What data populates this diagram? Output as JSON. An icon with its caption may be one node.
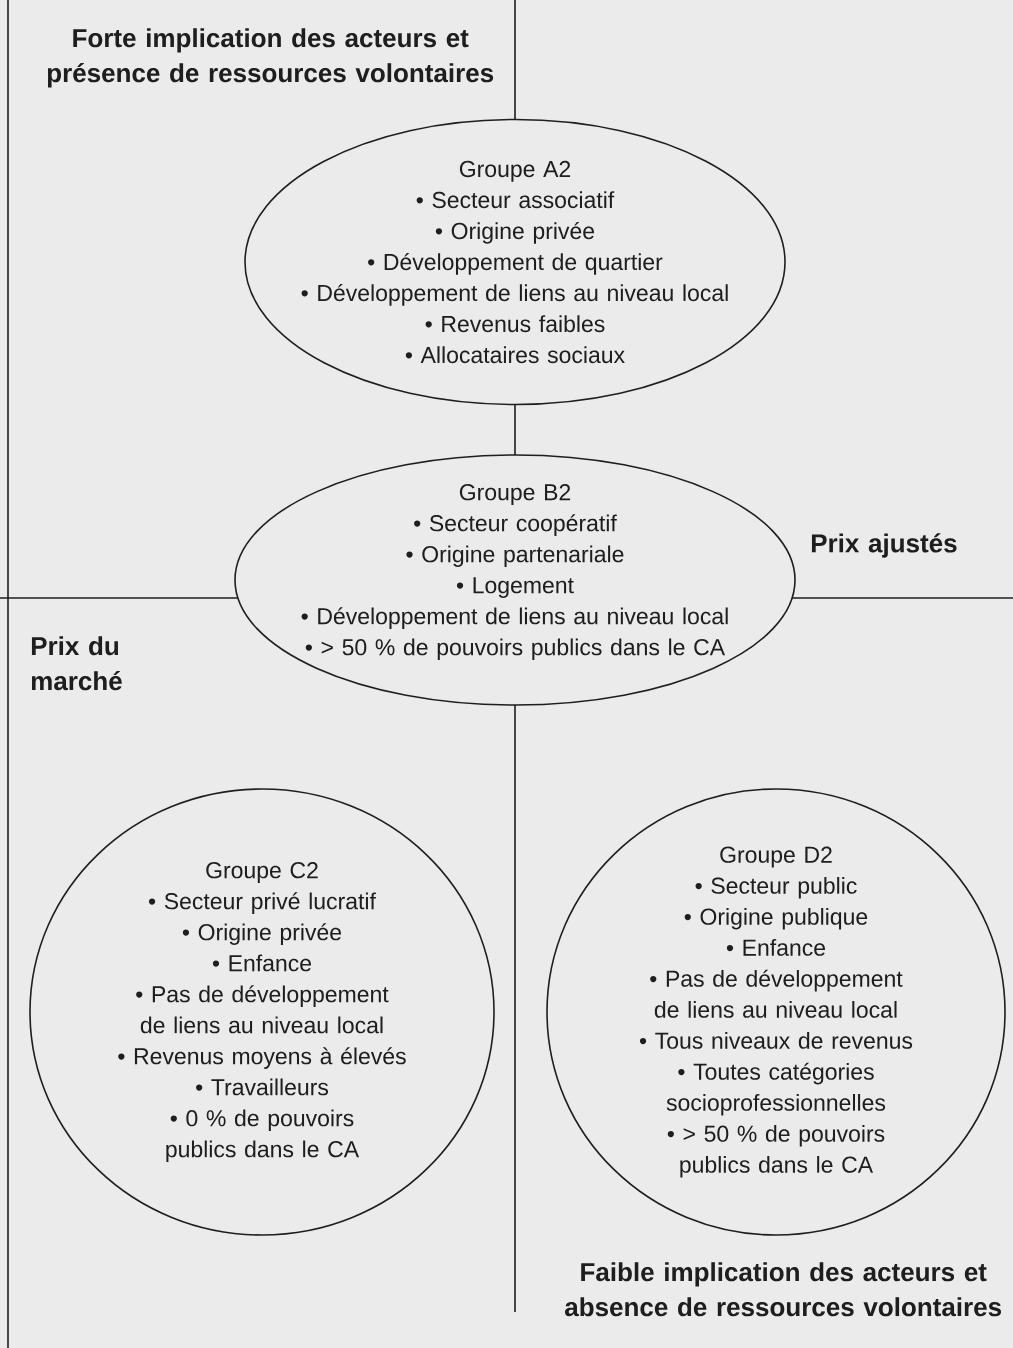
{
  "diagram": {
    "nodes": [
      {
        "text": [
          "Groupe A2",
          "• Secteur associatif",
          "• Origine privée",
          "• Développement de quartier",
          "• Développement de liens au niveau local",
          "• Revenus faibles",
          "• Allocataires sociaux"
        ]
      },
      {
        "text": [
          "Groupe B2",
          "• Secteur coopératif",
          "• Origine partenariale",
          "• Logement",
          "• Développement de liens au niveau local",
          "• > 50 % de pouvoirs publics dans le CA"
        ]
      },
      {
        "text": [
          "Groupe C2",
          "• Secteur privé lucratif",
          "• Origine privée",
          "• Enfance",
          "• Pas de développement de liens au niveau local",
          "• Revenus moyens à élevés",
          "• Travailleurs",
          "• 0 % de pouvoirs publics dans le CA"
        ]
      },
      {
        "text": [
          "Groupe D2",
          "• Secteur public",
          "• Origine publique",
          "• Enfance",
          "• Pas de développement de liens au niveau local",
          "• Tous niveaux de revenus",
          "• Toutes catégories socioprofessionnelles",
          "• > 50 % de pouvoirs publics dans le CA"
        ]
      }
    ],
    "edges": [],
    "labels": [
      "Forte implication des acteurs et présence de ressources volontaires",
      "Prix ajustés",
      "Prix du marché",
      "Faible implication des acteurs et absence de ressources volontaires"
    ]
  }
}
